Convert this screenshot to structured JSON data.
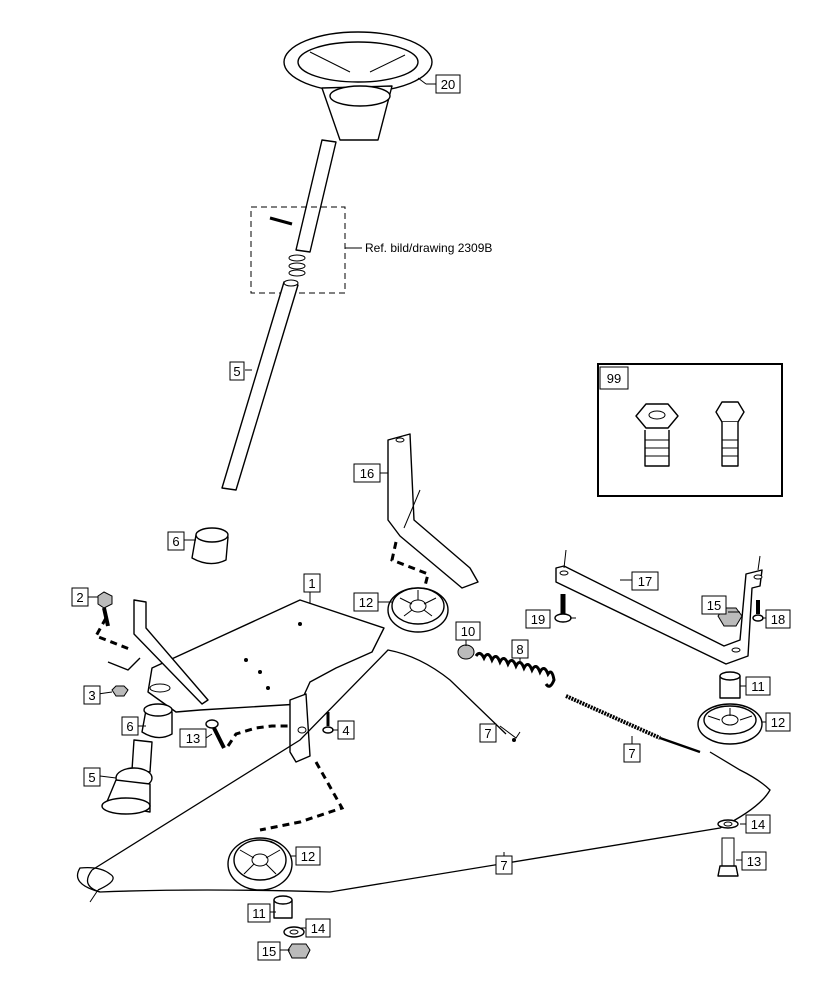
{
  "diagram": {
    "reference_note": "Ref. bild/drawing 2309B",
    "inset_label": "99",
    "callouts": {
      "c1": "1",
      "c2": "2",
      "c3": "3",
      "c4": "4",
      "c5a": "5",
      "c5b": "5",
      "c6a": "6",
      "c6b": "6",
      "c7a": "7",
      "c7b": "7",
      "c7c": "7",
      "c8": "8",
      "c10": "10",
      "c11a": "11",
      "c11b": "11",
      "c12a": "12",
      "c12b": "12",
      "c12c": "12",
      "c13a": "13",
      "c13b": "13",
      "c14a": "14",
      "c14b": "14",
      "c15a": "15",
      "c15b": "15",
      "c16": "16",
      "c17": "17",
      "c18": "18",
      "c19": "19",
      "c20": "20"
    }
  }
}
